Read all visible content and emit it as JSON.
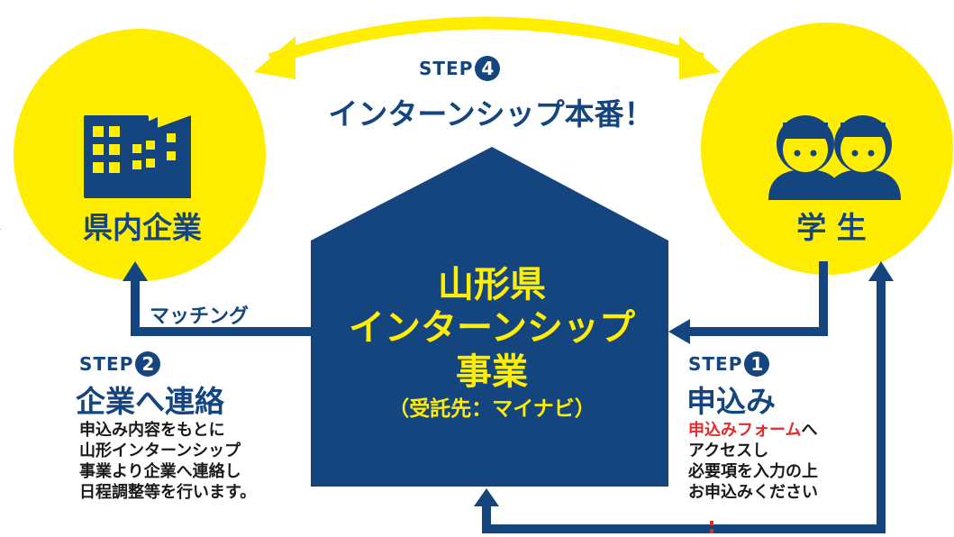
{
  "colors": {
    "navy": "#14457f",
    "yellow": "#ffee00",
    "red": "#e22c2c",
    "text": "#1a1a1a",
    "white": "#ffffff"
  },
  "company": {
    "label": "県内企業",
    "icon": "buildings-icon"
  },
  "student": {
    "label": "学 生",
    "icon": "students-icon"
  },
  "center": {
    "line1": "山形県",
    "line2": "インターンシップ",
    "line3": "事業",
    "line4": "（受託先：マイナビ）"
  },
  "matching_label": "マッチング",
  "step4": {
    "word": "STEP",
    "num": "4",
    "title": "インターンシップ本番！"
  },
  "step2": {
    "word": "STEP",
    "num": "2",
    "title": "企業へ連絡",
    "lines": [
      "申込み内容をもとに",
      "山形インターンシップ",
      "事業より企業へ連絡し",
      "日程調整等を行います。"
    ]
  },
  "step1": {
    "word": "STEP",
    "num": "1",
    "title": "申込み",
    "form_link": "申込みフォーム",
    "form_suffix": "へ",
    "lines": [
      "アクセスし",
      "必要項を入力の上",
      "お申込みください"
    ]
  }
}
